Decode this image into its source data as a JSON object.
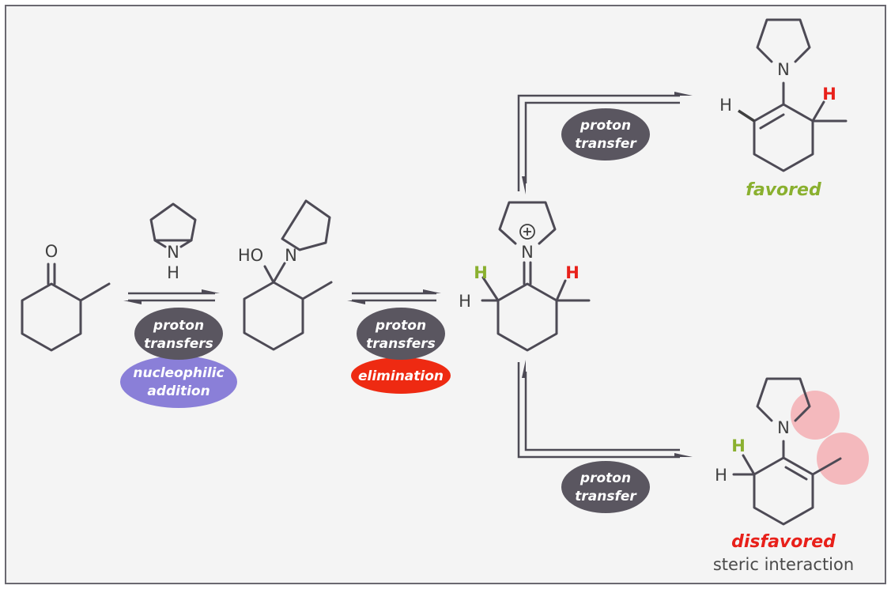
{
  "colors": {
    "background": "#f4f4f4",
    "frame": "#6a6870",
    "bond": "#4d4a55",
    "pill_dark": "#5a5660",
    "pill_purple": "#8a7fd8",
    "pill_red": "#ee2a12",
    "h_green": "#8ab02f",
    "h_red": "#e8201a",
    "steric_pink": "#f4a6ab",
    "favored": "#8ab02f",
    "disfavored": "#e8201a"
  },
  "atoms": {
    "ketone_o": "O",
    "amine_n": "N",
    "amine_h": "H",
    "carbinolamine_ho": "HO",
    "carbinolamine_n": "N",
    "iminium_n": "N",
    "iminium_charge": "+",
    "iminium_h_left": "H",
    "iminium_h_green": "H",
    "iminium_h_red": "H",
    "fav_n": "N",
    "fav_h_left": "H",
    "fav_h_red": "H",
    "disfav_n": "N",
    "disfav_h_green": "H",
    "disfav_h_left": "H"
  },
  "steps": {
    "step1_top": [
      "proton",
      "transfers"
    ],
    "step1_bottom": [
      "nucleophilic",
      "addition"
    ],
    "step2_top": [
      "proton",
      "transfers"
    ],
    "step2_bottom": "elimination",
    "upper_branch": [
      "proton",
      "transfer"
    ],
    "lower_branch": [
      "proton",
      "transfer"
    ]
  },
  "outcomes": {
    "favored": "favored",
    "disfavored": "disfavored",
    "disfavored_note": "steric interaction"
  }
}
